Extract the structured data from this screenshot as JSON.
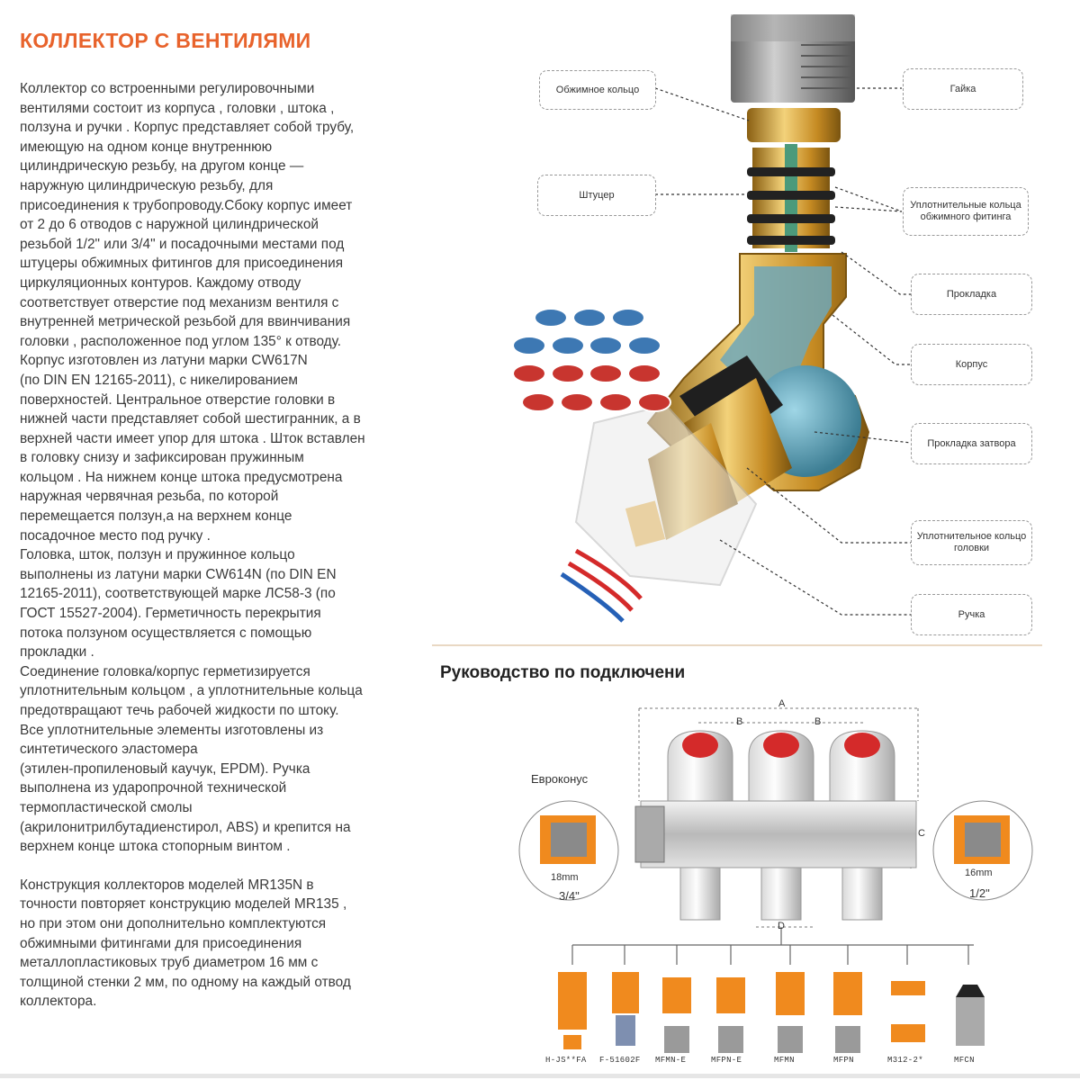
{
  "title": "КОЛЛЕКТОР С ВЕНТИЛЯМИ",
  "paragraphs": [
    "Коллектор со встроенными регулировочными",
    "вентилями состоит из корпуса , головки , штока ,",
    "ползуна  и ручки . Корпус представляет собой трубу,",
    "имеющую на одном конце внутреннюю",
    "цилиндрическую резьбу, на другом конце —",
    "наружную цилиндрическую резьбу, для",
    "присоединения к трубопроводу.Сбоку корпус имеет",
    "от 2 до 6 отводов с наружной цилиндрической",
    "резьбой 1/2\" или 3/4\"   и посадочными местами под",
    "штуцеры обжимных фитингов для присоединения",
    "циркуляционных контуров. Каждому отводу",
    "соответствует отверстие под механизм вентиля с",
    "внутренней метрической резьбой для ввинчивания",
    "головки , расположенное под углом 135° к отводу.",
    "Корпус изготовлен из латуни марки CW617N",
    "(по DIN EN 12165-2011), с никелированием",
    "поверхностей. Центральное отверстие головки в",
    "нижней части представляет собой шестигранник, а в",
    "верхней части имеет упор для штока . Шток вставлен",
    "в головку снизу и зафиксирован пружинным",
    "кольцом . На нижнем конце штока предусмотрена",
    "наружная червячная резьба, по которой",
    "перемещается ползун,а на верхнем конце",
    "посадочное место под ручку .",
    "Головка, шток, ползун и пружинное кольцо",
    "выполнены из латуни марки CW614N (по DIN EN",
    "12165-2011), соответствующей марке ЛС58-3 (по",
    "ГОСТ 15527-2004). Герметичность перекрытия",
    "потока ползуном осуществляется с помощью",
    "прокладки .",
    "Соединение головка/корпус герметизируется",
    "уплотнительным кольцом , а уплотнительные кольца",
    "предотвращают течь рабочей жидкости по штоку.",
    "Все уплотнительные элементы  изготовлены из",
    "синтетического эластомера",
    "(этилен-пропиленовый каучук, EPDM). Ручка",
    "выполнена из ударопрочной технической",
    "термопластической смолы",
    "(акрилонитрилбутадиенстирол, ABS) и крепится на",
    "верхнем конце штока стопорным винтом .",
    "",
    "Конструкция коллекторов моделей MR135N в",
    "точности повторяет конструкцию моделей MR135 ,",
    "но при этом они дополнительно комплектуются",
    "обжимными фитингами для присоединения",
    "металлопластиковых труб диаметром 16 мм с",
    "толщиной стенки 2 мм, по одному на каждый отвод",
    "коллектора."
  ],
  "callouts": {
    "compression_ring": "Обжимное кольцо",
    "nut": "Гайка",
    "fitting": "Штуцер",
    "fitting_seals": "Уплотнительные кольца обжимного фитинга",
    "gasket": "Прокладка",
    "body": "Корпус",
    "valve_gasket": "Прокладка затвора",
    "head_seal": "Уплотнительное кольцо головки",
    "handle": "Ручка"
  },
  "guide": {
    "title": "Руководство по подключени",
    "eurocone": "Евроконус",
    "dim_a": "A",
    "dim_b1": "B",
    "dim_b2": "B",
    "dim_c": "C",
    "dim_d": "D",
    "left_size": "18mm",
    "left_thread": "3/4\"",
    "right_size": "16mm",
    "right_thread": "1/2\"",
    "fittings": [
      "H-JS**FA",
      "F-51602F",
      "MFMN-E",
      "MFPN-E",
      "MFMN",
      "MFPN",
      "M312-2*",
      "MFCN"
    ]
  },
  "colors": {
    "title_orange": "#e8632c",
    "brass": "#d4a13a",
    "body_blue": "#6fa7b8",
    "cap_red": "#d42a2a",
    "fitting_orange": "#f08a1e"
  }
}
